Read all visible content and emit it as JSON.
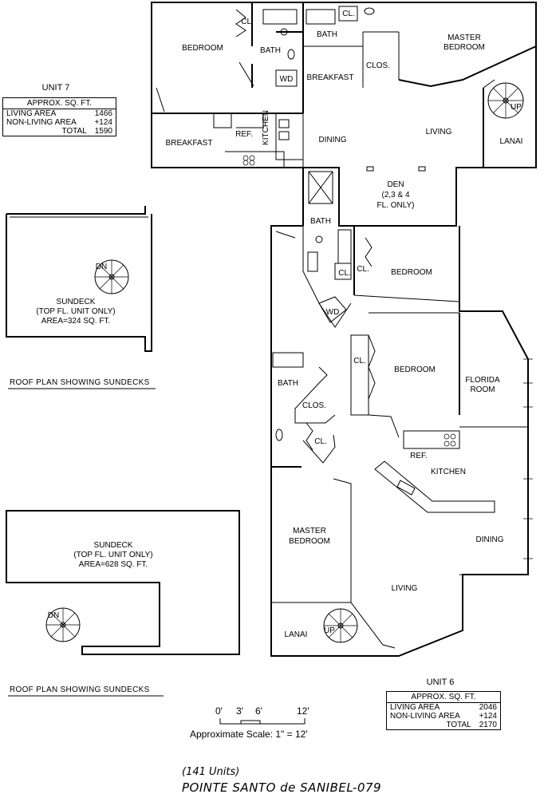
{
  "units": [
    {
      "title": "UNIT 7",
      "table_header": "APPROX. SQ. FT.",
      "rows": [
        {
          "label": "LIVING AREA",
          "value": "1466"
        },
        {
          "label": "NON-LIVING AREA",
          "value": "+124"
        },
        {
          "label": "TOTAL",
          "value": "1590"
        }
      ]
    },
    {
      "title": "UNIT 6",
      "table_header": "APPROX. SQ. FT.",
      "rows": [
        {
          "label": "LIVING AREA",
          "value": "2046"
        },
        {
          "label": "NON-LIVING AREA",
          "value": "+124"
        },
        {
          "label": "TOTAL",
          "value": "2170"
        }
      ]
    }
  ],
  "rooms_unit7": {
    "bedroom": "BEDROOM",
    "cl1": "CL.",
    "bath1": "BATH",
    "bath2": "BATH",
    "cl2": "CL.",
    "master": "MASTER",
    "master_bedroom": "BEDROOM",
    "wd": "WD",
    "breakfast_top": "BREAKFAST",
    "clos": "CLOS.",
    "up": "UP",
    "breakfast": "BREAKFAST",
    "ref": "REF.",
    "kitchen": "KITCHEN",
    "dining": "DINING",
    "living": "LIVING",
    "lanai": "LANAI",
    "den": "DEN",
    "den_note1": "(2,3 & 4",
    "den_note2": "FL. ONLY)"
  },
  "rooms_unit6": {
    "bath": "BATH",
    "cl1": "CL.",
    "cl2": "CL.",
    "bedroom1": "BEDROOM",
    "wd": "WD",
    "cl3": "CL.",
    "bedroom2": "BEDROOM",
    "florida1": "FLORIDA",
    "florida2": "ROOM",
    "bath2": "BATH",
    "clos": "CLOS.",
    "cl4": "CL.",
    "ref": "REF.",
    "kitchen": "KITCHEN",
    "master1": "MASTER",
    "master2": "BEDROOM",
    "dining": "DINING",
    "living": "LIVING",
    "lanai": "LANAI",
    "up": "UP"
  },
  "sundeck1": {
    "dn": "DN",
    "line1": "SUNDECK",
    "line2": "(TOP FL. UNIT ONLY)",
    "line3": "AREA=324 SQ. FT.",
    "caption": "ROOF PLAN SHOWING SUNDECKS"
  },
  "sundeck2": {
    "dn": "DN",
    "line1": "SUNDECK",
    "line2": "(TOP FL. UNIT ONLY)",
    "line3": "AREA=628 SQ. FT.",
    "caption": "ROOF PLAN SHOWING SUNDECKS"
  },
  "scale": {
    "ticks": [
      "0'",
      "3'",
      "6'",
      "12'"
    ],
    "text": "Approximate Scale: 1\" = 12'"
  },
  "footer": {
    "units": "(141 Units)",
    "name": "POINTE SANTO de SANIBEL-079"
  }
}
